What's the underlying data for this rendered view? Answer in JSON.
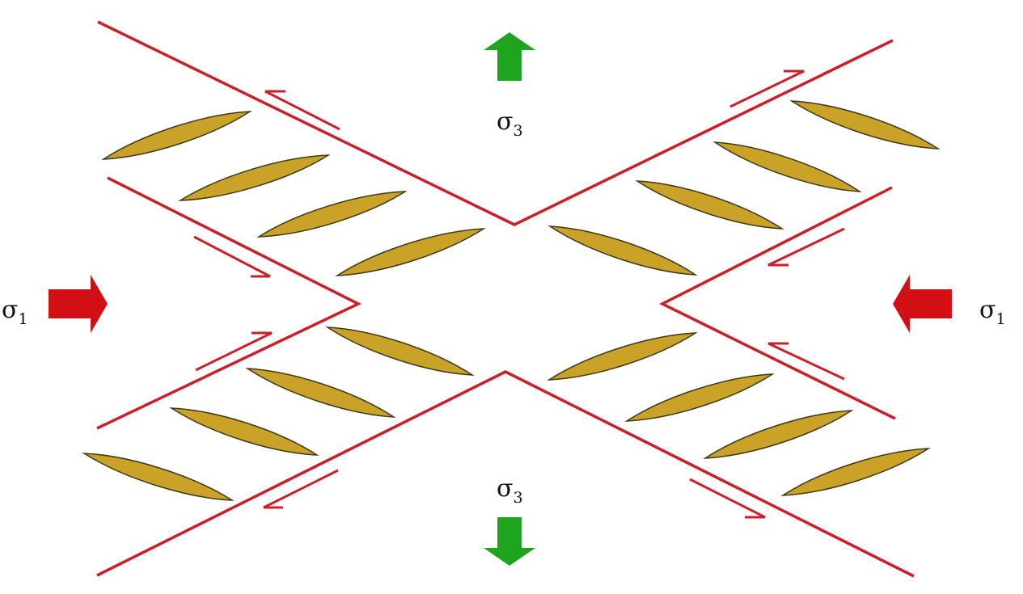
{
  "labels": {
    "sigma1_left": "σ",
    "sigma1_left_sub": "1",
    "sigma1_right": "σ",
    "sigma1_right_sub": "1",
    "sigma3_top": "σ",
    "sigma3_top_sub": "3",
    "sigma3_bottom": "σ",
    "sigma3_bottom_sub": "3"
  },
  "colors": {
    "fault": "#cc1f2a",
    "compression_arrow": "#d10f14",
    "extension_arrow": "#1fa41f",
    "lens_fill": "#c9a227",
    "lens_stroke": "#3a3a1a"
  },
  "arrows": {
    "sigma1": "compression-inward",
    "sigma3": "extension-outward"
  }
}
